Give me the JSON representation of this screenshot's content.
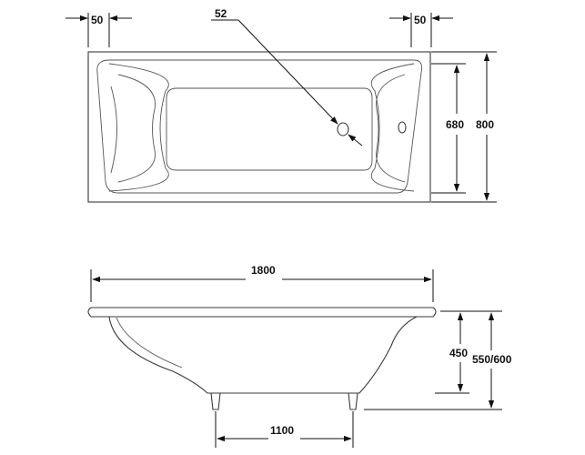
{
  "drawing": {
    "top_view": {
      "left_rim_width": "50",
      "right_rim_width": "50",
      "drain_diameter": "52",
      "inner_width": "680",
      "outer_width": "800"
    },
    "side_view": {
      "overall_length": "1800",
      "leg_spacing": "1100",
      "tub_depth": "450",
      "total_height": "550/600"
    }
  },
  "colors": {
    "line": "#3a3a3a",
    "dimension": "#111111",
    "background": "#ffffff"
  }
}
